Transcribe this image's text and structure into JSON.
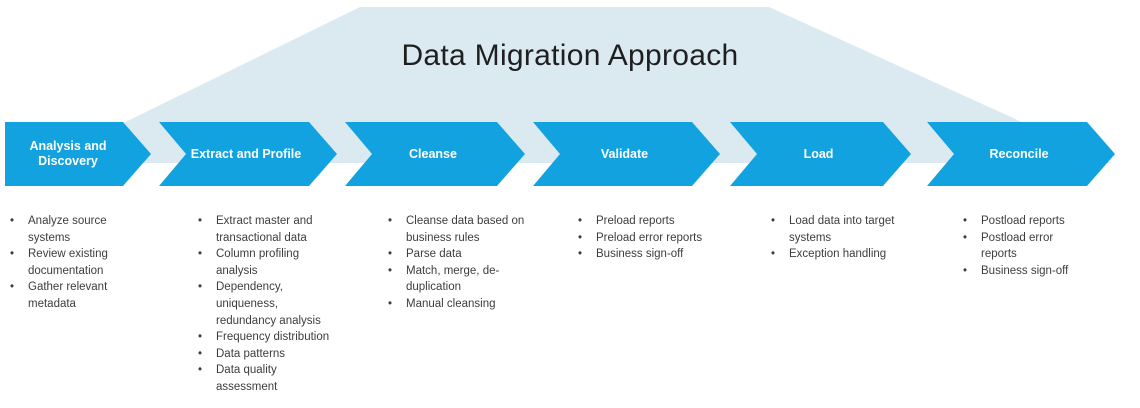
{
  "title": "Data Migration Approach",
  "colors": {
    "background": "#ffffff",
    "banner": "#dbe9f0",
    "chevron": "#12a2e0",
    "chevron_text": "#ffffff",
    "title_text": "#1f1f1f",
    "bullet_text": "#3d3d3d"
  },
  "stages": [
    {
      "label": "Analysis and Discovery",
      "bullets": [
        "Analyze source systems",
        "Review existing documentation",
        "Gather relevant metadata"
      ]
    },
    {
      "label": "Extract and Profile",
      "bullets": [
        "Extract master and transactional data",
        "Column profiling analysis",
        "Dependency, uniqueness, redundancy analysis",
        "Frequency distribution",
        "Data patterns",
        "Data quality assessment"
      ]
    },
    {
      "label": "Cleanse",
      "bullets": [
        "Cleanse data based on business rules",
        "Parse data",
        "Match, merge, de-duplication",
        "Manual cleansing"
      ]
    },
    {
      "label": "Validate",
      "bullets": [
        "Preload reports",
        "Preload error reports",
        "Business sign-off"
      ]
    },
    {
      "label": "Load",
      "bullets": [
        "Load data into target systems",
        "Exception handling"
      ]
    },
    {
      "label": "Reconcile",
      "bullets": [
        "Postload reports",
        "Postload error reports",
        "Business sign-off"
      ]
    }
  ]
}
